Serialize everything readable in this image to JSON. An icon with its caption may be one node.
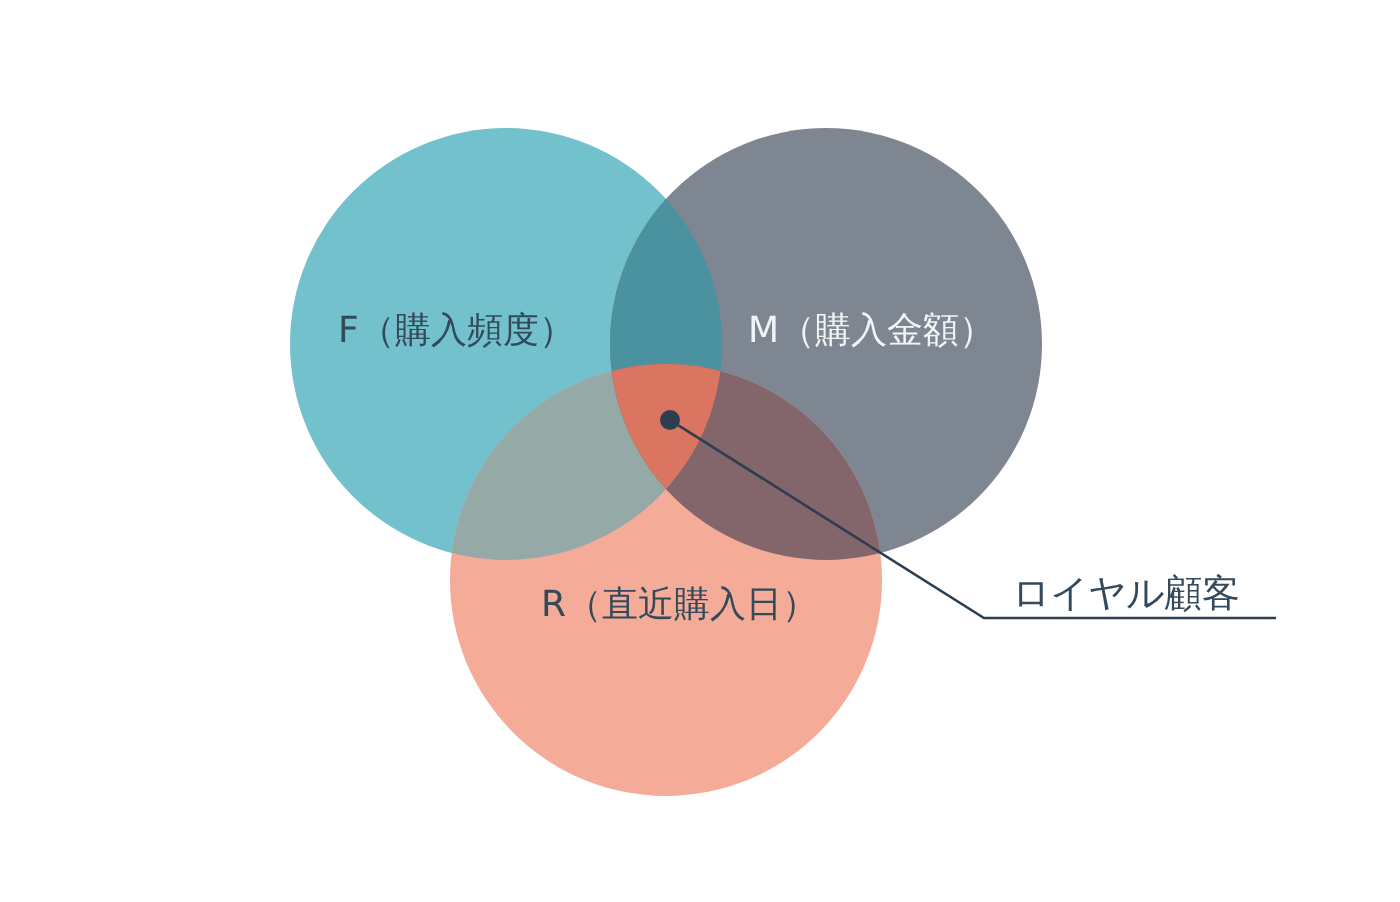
{
  "diagram": {
    "nodes": [
      {
        "text": [
          "F（購入頻度）"
        ]
      },
      {
        "text": [
          "M（購入金額）"
        ]
      },
      {
        "text": [
          "R（直近購入日）"
        ]
      },
      {
        "text": [
          "ロイヤル顧客"
        ]
      },
      {
        "text": [],
        "shape": "circle"
      }
    ],
    "edges": [
      {
        "from": 3,
        "to": 4,
        "arrow": "none"
      }
    ]
  }
}
